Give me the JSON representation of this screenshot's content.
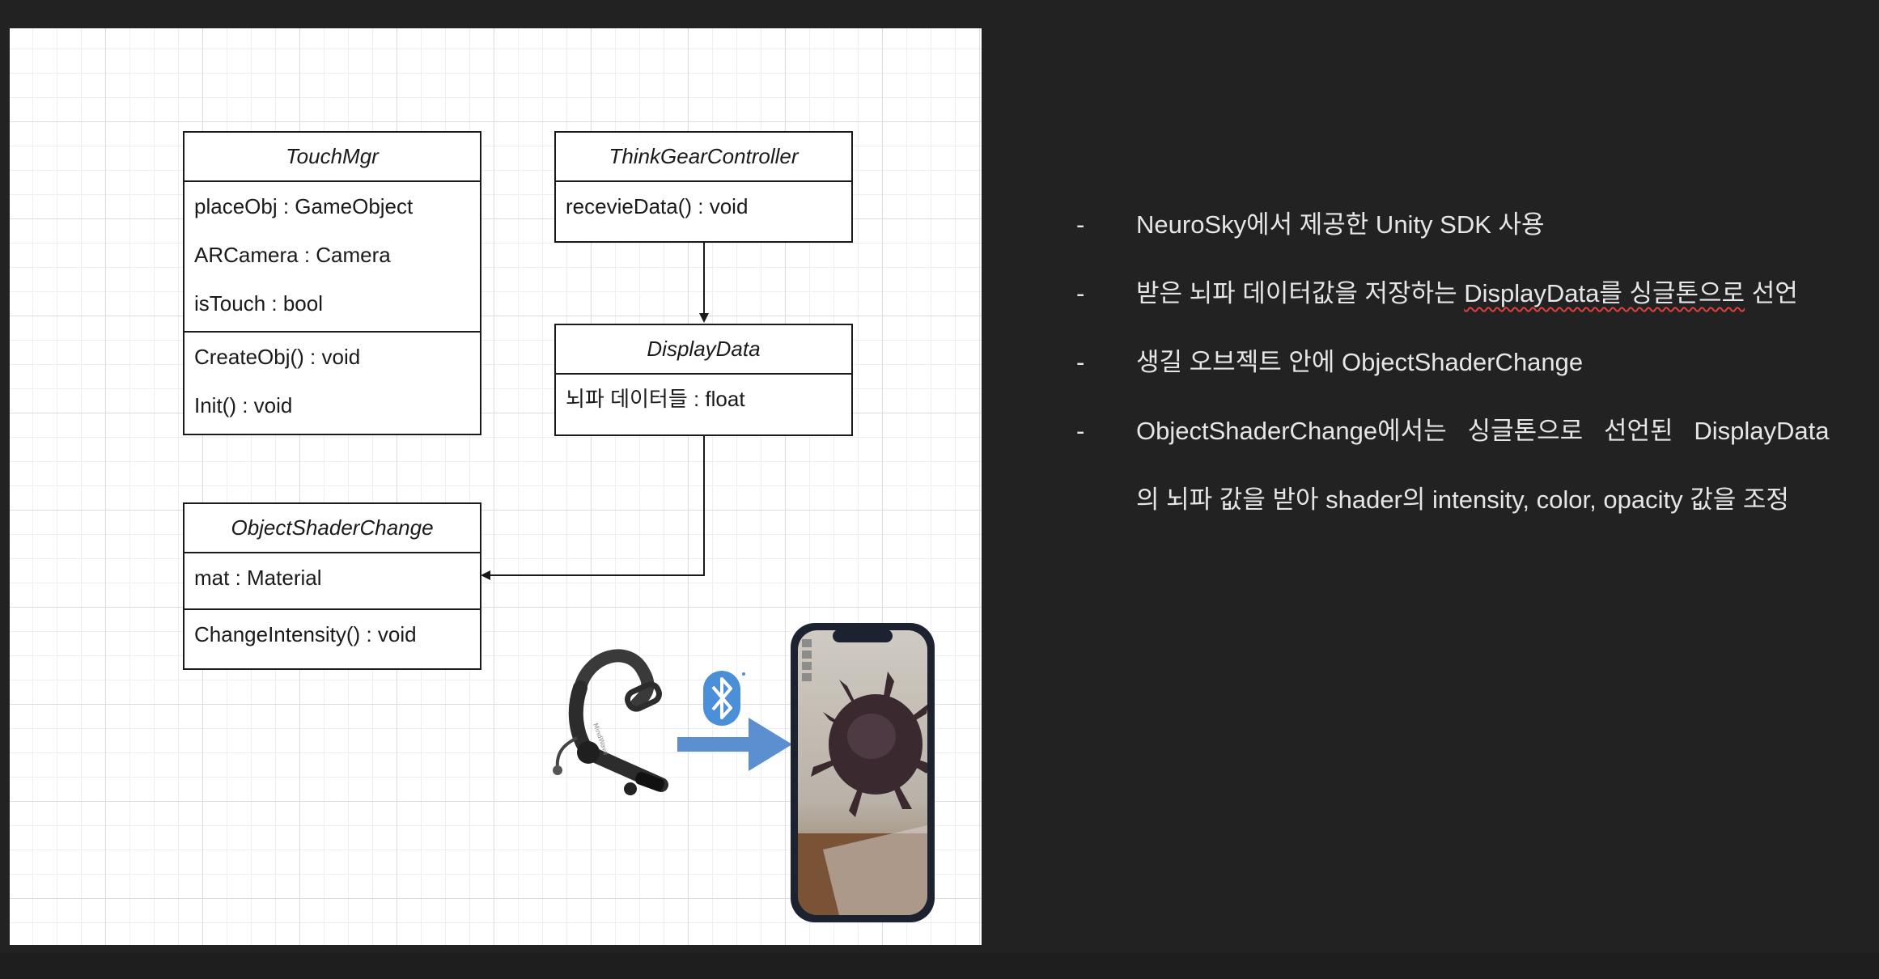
{
  "diagram": {
    "classes": {
      "touch_mgr": {
        "name": "TouchMgr",
        "attributes": [
          "placeObj : GameObject",
          "ARCamera : Camera",
          "isTouch : bool"
        ],
        "methods": [
          "CreateObj() : void",
          "Init() : void"
        ]
      },
      "think_gear_controller": {
        "name": "ThinkGearController",
        "methods": [
          "recevieData() : void"
        ]
      },
      "display_data": {
        "name": "DisplayData",
        "attributes": [
          "뇌파 데이터들 : float"
        ]
      },
      "object_shader_change": {
        "name": "ObjectShaderChange",
        "attributes": [
          "mat : Material"
        ],
        "methods": [
          "ChangeIntensity() : void"
        ]
      }
    },
    "connections": [
      {
        "from": "ThinkGearController",
        "to": "DisplayData"
      },
      {
        "from": "DisplayData",
        "to": "ObjectShaderChange"
      }
    ],
    "illustrations": [
      "headset-image",
      "bluetooth-icon",
      "arrow-right-icon",
      "phone-ar-screenshot"
    ]
  },
  "notes": {
    "bullet_marker": "-",
    "items": [
      {
        "text": "NeuroSky에서 제공한 Unity SDK 사용"
      },
      {
        "before": "받은 뇌파 데이터값을 저장하는 ",
        "underlined": "DisplayData를 싱글톤으로",
        "after": " 선언"
      },
      {
        "text": "생길 오브젝트 안에 ObjectShaderChange"
      },
      {
        "text": "ObjectShaderChange에서는   싱글톤으로   선언된   DisplayData"
      },
      {
        "text": "의 뇌파 값을 받아 shader의 intensity, color, opacity 값을 조정"
      }
    ]
  },
  "colors": {
    "background": "#222222",
    "canvas": "#ffffff",
    "text_light": "#e6e6e6",
    "bluetooth": "#4a8fd8",
    "arrow": "#5b8fd0",
    "spellcheck": "#e04040"
  }
}
